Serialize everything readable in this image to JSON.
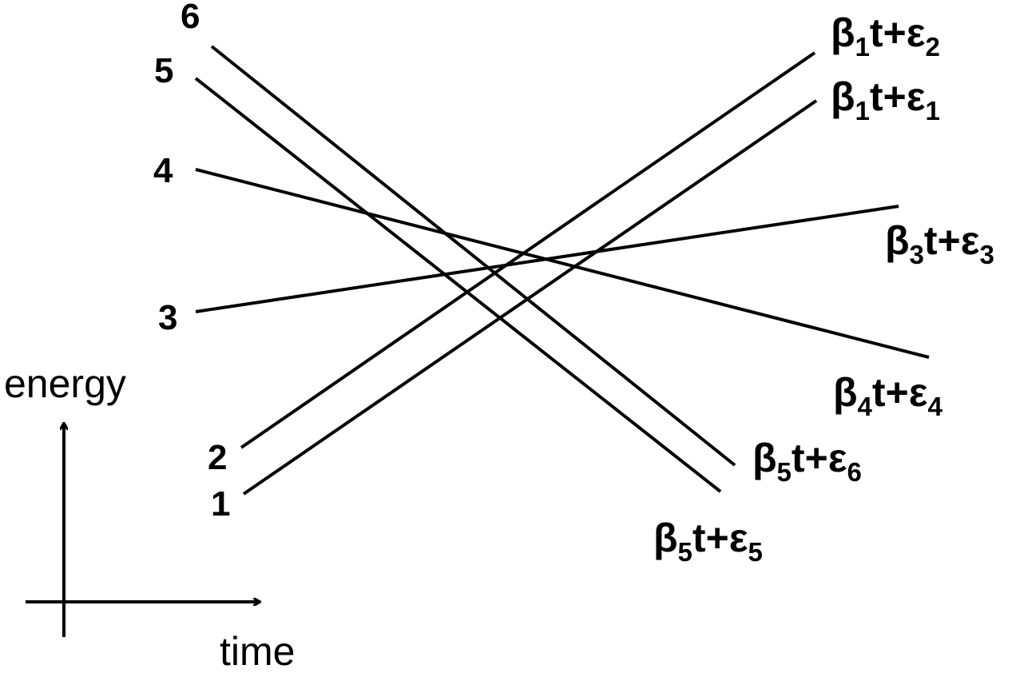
{
  "axes": {
    "y_label": "energy",
    "x_label": "time"
  },
  "lines": [
    {
      "start": "1",
      "end": {
        "beta": "β",
        "beta_sub": "1",
        "mid": "t+",
        "eps": "ε",
        "eps_sub": "1"
      }
    },
    {
      "start": "2",
      "end": {
        "beta": "β",
        "beta_sub": "1",
        "mid": "t+",
        "eps": "ε",
        "eps_sub": "2"
      }
    },
    {
      "start": "3",
      "end": {
        "beta": "β",
        "beta_sub": "3",
        "mid": "t+",
        "eps": "ε",
        "eps_sub": "3"
      }
    },
    {
      "start": "4",
      "end": {
        "beta": "β",
        "beta_sub": "4",
        "mid": "t+",
        "eps": "ε",
        "eps_sub": "4"
      }
    },
    {
      "start": "5",
      "end": {
        "beta": "β",
        "beta_sub": "5",
        "mid": "t+",
        "eps": "ε",
        "eps_sub": "5"
      }
    },
    {
      "start": "6",
      "end": {
        "beta": "β",
        "beta_sub": "5",
        "mid": "t+",
        "eps": "ε",
        "eps_sub": "6"
      }
    }
  ]
}
